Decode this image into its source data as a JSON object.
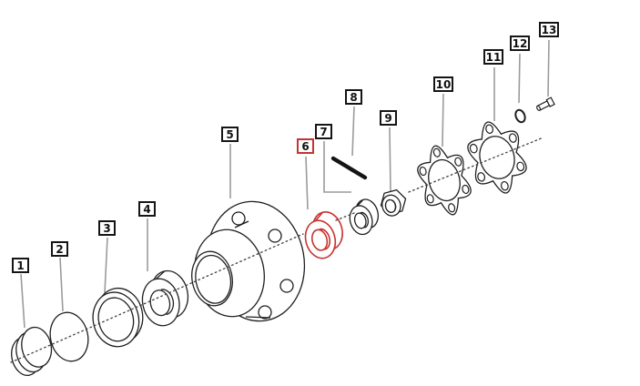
{
  "diagram": {
    "kind": "exploded-parts-diagram",
    "highlighted_part": "6",
    "colors": {
      "background": "#ffffff",
      "line": "#1f1f1f",
      "highlight": "#c63430",
      "leader": "#9b9b9b",
      "axis": "#3f3f3f"
    },
    "labels": [
      {
        "number": "1",
        "highlighted": false
      },
      {
        "number": "2",
        "highlighted": false
      },
      {
        "number": "3",
        "highlighted": false
      },
      {
        "number": "4",
        "highlighted": false
      },
      {
        "number": "5",
        "highlighted": false
      },
      {
        "number": "6",
        "highlighted": true
      },
      {
        "number": "7",
        "highlighted": false
      },
      {
        "number": "8",
        "highlighted": false
      },
      {
        "number": "9",
        "highlighted": false
      },
      {
        "number": "10",
        "highlighted": false
      },
      {
        "number": "11",
        "highlighted": false
      },
      {
        "number": "12",
        "highlighted": false
      },
      {
        "number": "13",
        "highlighted": false
      }
    ]
  }
}
